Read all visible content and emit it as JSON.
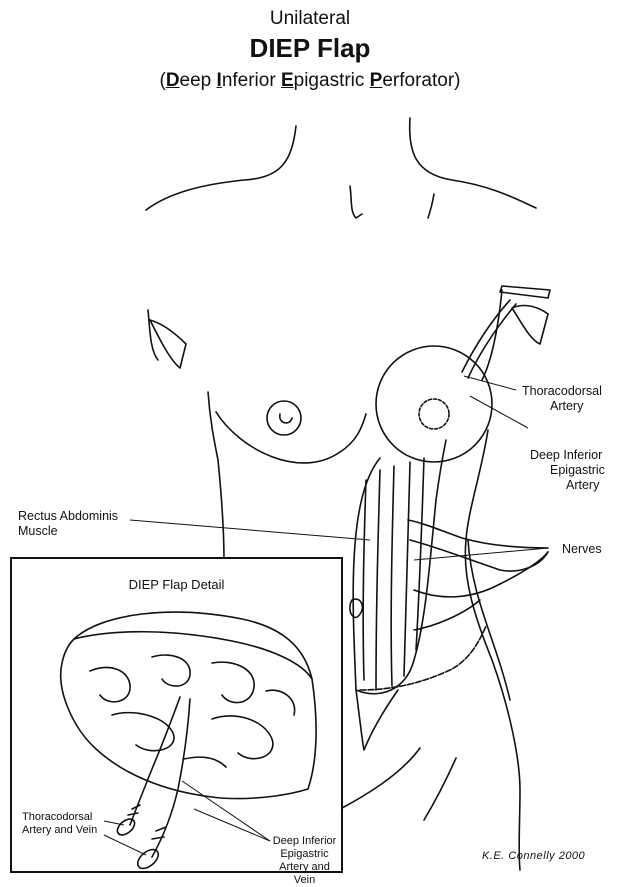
{
  "title": {
    "subtitle": "Unilateral",
    "main": "DIEP Flap",
    "open_paren": "(",
    "d": "D",
    "d_rest": "eep ",
    "i": "I",
    "i_rest": "nferior ",
    "e": "E",
    "e_rest": "pigastric ",
    "p": "P",
    "p_rest": "erforator)"
  },
  "labels": {
    "thoracodorsal_artery": [
      "Thoracodorsal",
      "Artery"
    ],
    "deep_inferior_epigastric_artery": [
      "Deep Inferior",
      "Epigastric",
      "Artery"
    ],
    "rectus_abdominis": [
      "Rectus Abdominis",
      "Muscle"
    ],
    "nerves": "Nerves"
  },
  "inset": {
    "title": "DIEP Flap Detail",
    "thoracodorsal_artery_vein": [
      "Thoracodorsal",
      "Artery and Vein"
    ],
    "deep_inferior_epigastric_artery_vein": [
      "Deep Inferior",
      "Epigastric",
      "Artery and Vein"
    ]
  },
  "signature": "K.E. Connelly 2000"
}
